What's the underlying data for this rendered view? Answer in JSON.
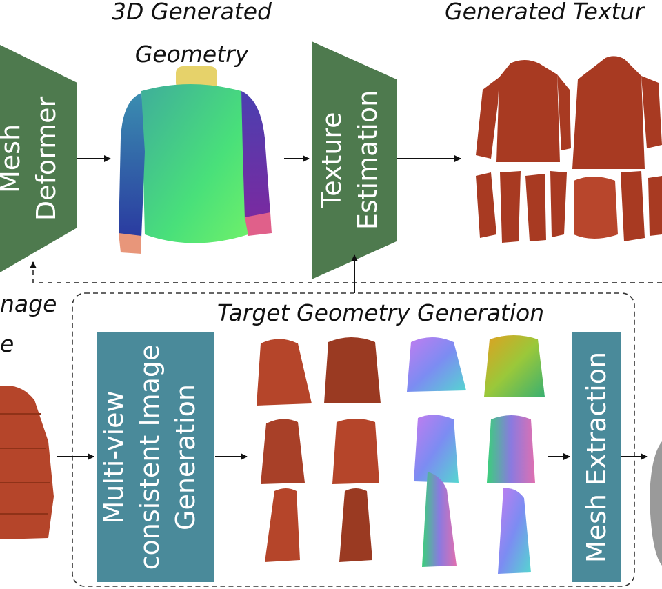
{
  "labels": {
    "geometry_line1": "3D Generated",
    "geometry_line2": "Geometry",
    "texture_title": "Generated Textur",
    "image_line1": "nage",
    "image_line2": "e",
    "target_title": "Target Geometry Generation"
  },
  "blocks": {
    "mesh_deformer_1": "Mesh",
    "mesh_deformer_2": "Deformer",
    "texture_est_1": "Texture",
    "texture_est_2": "Estimation",
    "multiview_1": "Multi-view",
    "multiview_2": "consistent Image",
    "multiview_3": "Generation",
    "mesh_extraction": "Mesh Extraction"
  },
  "colors": {
    "green_block": "#4e7a4e",
    "teal_block": "#4a8a9a",
    "jacket_red": "#b5452a",
    "jacket_dark": "#9a3a22"
  }
}
